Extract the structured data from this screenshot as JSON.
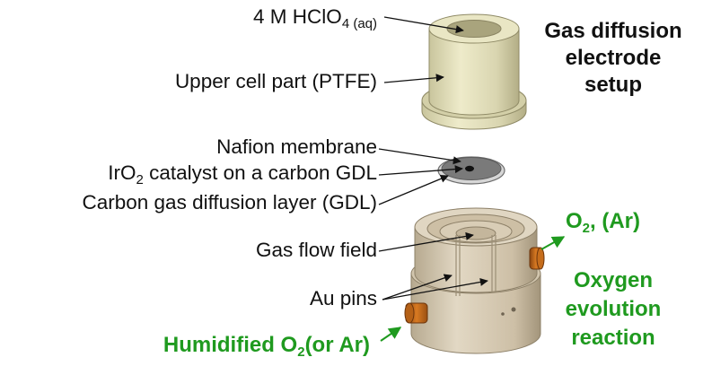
{
  "labels": {
    "electrolyte_main": "4 M HClO",
    "electrolyte_sub": "4 (aq)",
    "upper_cell": "Upper cell part (PTFE)",
    "nafion": "Nafion membrane",
    "catalyst_pre": "IrO",
    "catalyst_sub": "2",
    "catalyst_post": " catalyst on a carbon GDL",
    "gdl": "Carbon gas diffusion layer (GDL)",
    "flow_field": "Gas flow field",
    "au_pins": "Au pins",
    "humidified_pre": "Humidified O",
    "humidified_sub": "2",
    "humidified_post": "(or Ar)",
    "o2_out_pre": "O",
    "o2_out_sub": "2",
    "o2_out_post": ", (Ar)"
  },
  "title": {
    "line1": "Gas diffusion",
    "line2": "electrode",
    "line3": "setup"
  },
  "reaction": {
    "line1": "Oxygen",
    "line2": "evolution",
    "line3": "reaction"
  },
  "colors": {
    "ptfe_body": "#e6e3bf",
    "ptfe_shade": "#c9c59d",
    "ptfe_dark": "#a9a47d",
    "lower_body": "#d8cdb8",
    "lower_shade": "#b9ac93",
    "copper": "#c56a1a",
    "green_text": "#1f9a1f",
    "gdl_grey": "#7a7a7a"
  }
}
